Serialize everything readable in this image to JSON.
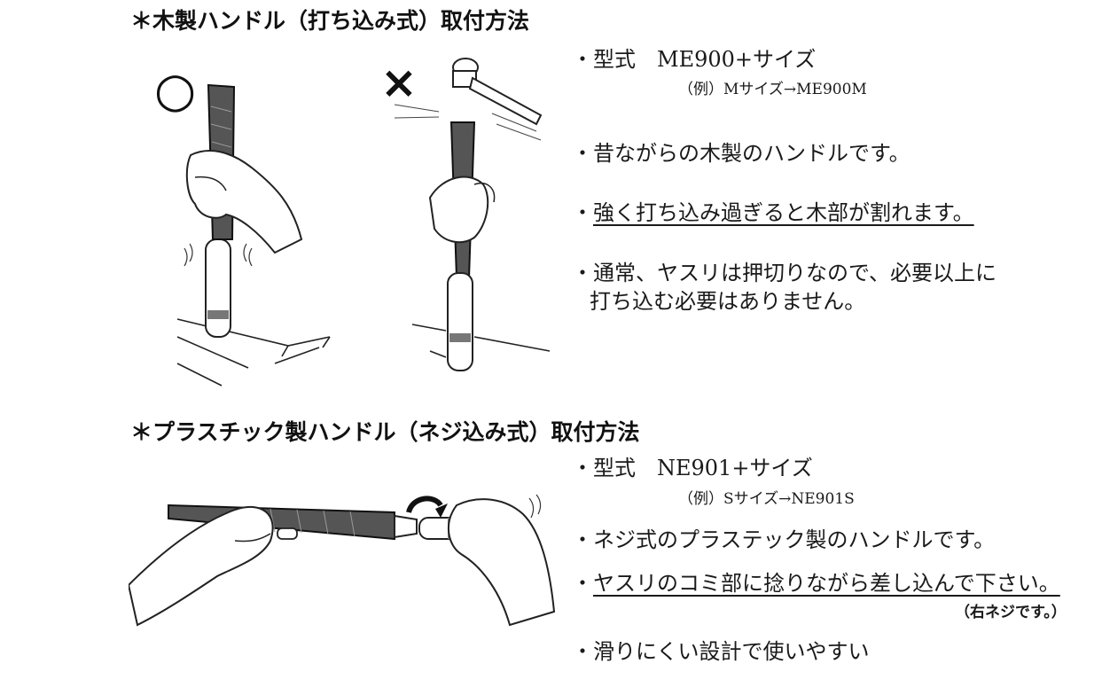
{
  "wooden": {
    "heading": "＊木製ハンドル（打ち込み式）取付方法",
    "correct_mark": "○",
    "wrong_mark": "×",
    "model_line": "・型式　ME900+サイズ",
    "example_line": "（例）Mサイズ→ME900M",
    "bullet1": "・昔ながらの木製のハンドルです。",
    "bullet2_prefix": "・",
    "bullet2": "強く打ち込み過ぎると木部が割れます。",
    "bullet3_line1": "・通常、ヤスリは押切りなので、必要以上に",
    "bullet3_line2": "打ち込む必要はありません。"
  },
  "plastic": {
    "heading": "＊プラスチック製ハンドル（ネジ込み式）取付方法",
    "model_line": "・型式　NE901+サイズ",
    "example_line": "（例）Sサイズ→NE901S",
    "bullet1": "・ネジ式のプラステック製のハンドルです。",
    "bullet2_prefix": "・",
    "bullet2": "ヤスリのコミ部に捻りながら差し込んで下さい。",
    "bullet2_note": "（右ネジです。）",
    "bullet3": "・滑りにくい設計で使いやすい"
  }
}
